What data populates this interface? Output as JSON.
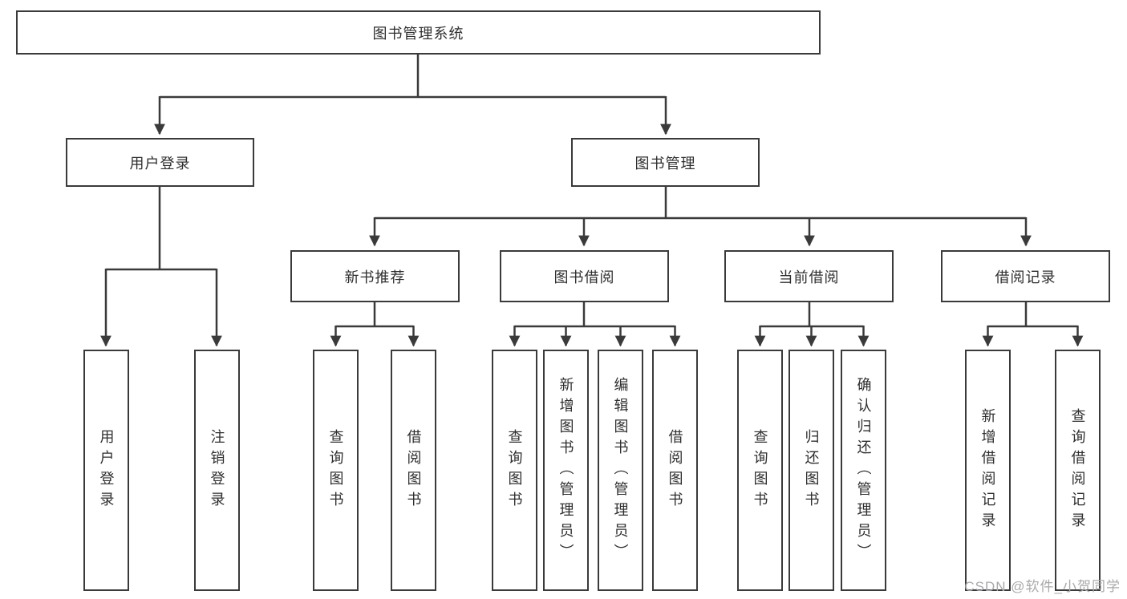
{
  "tree": {
    "label": "图书管理系统",
    "children": [
      {
        "label": "用户登录",
        "children": [
          {
            "label": "用户登录"
          },
          {
            "label": "注销登录"
          }
        ]
      },
      {
        "label": "图书管理",
        "children": [
          {
            "label": "新书推荐",
            "children": [
              {
                "label": "查询图书"
              },
              {
                "label": "借阅图书"
              }
            ]
          },
          {
            "label": "图书借阅",
            "children": [
              {
                "label": "查询图书"
              },
              {
                "label": "新增图书（管理员）"
              },
              {
                "label": "编辑图书（管理员）"
              },
              {
                "label": "借阅图书"
              }
            ]
          },
          {
            "label": "当前借阅",
            "children": [
              {
                "label": "查询图书"
              },
              {
                "label": "归还图书"
              },
              {
                "label": "确认归还（管理员）"
              }
            ]
          },
          {
            "label": "借阅记录",
            "children": [
              {
                "label": "新增借阅记录"
              },
              {
                "label": "查询借阅记录"
              }
            ]
          }
        ]
      }
    ]
  },
  "watermark": {
    "text": "CSDN @软件_小贺同学"
  },
  "colors": {
    "line": "#3a3a3a",
    "text": "#2f2f2f",
    "background": "#ffffff",
    "watermark": "#a9a9ad"
  }
}
